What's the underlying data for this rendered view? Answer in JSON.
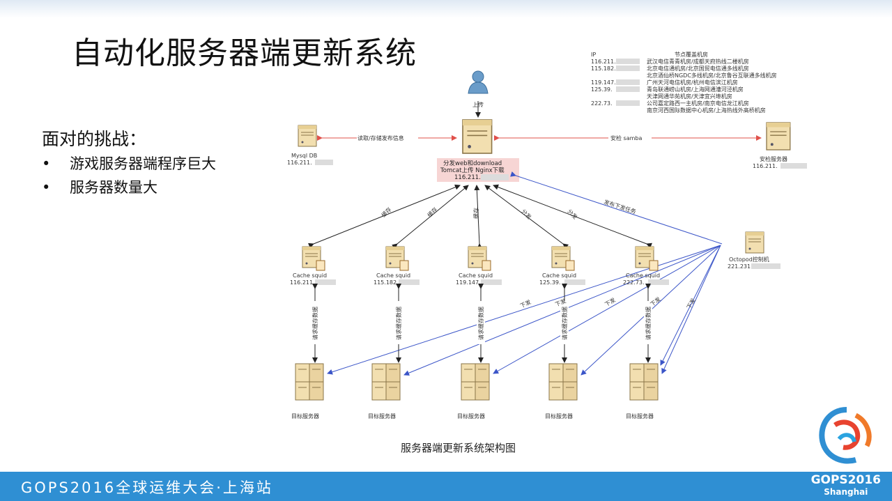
{
  "slide": {
    "title": "自动化服务器端更新系统",
    "challenge_heading": "面对的挑战：",
    "bullets": [
      "游戏服务器端程序巨大",
      "服务器数量大"
    ],
    "bullet_symbol": "•",
    "caption": "服务器端更新系统架构图"
  },
  "footer": {
    "event": "GOPS2016全球运维大会·上海站",
    "brand_line1": "GOPS2016",
    "brand_line2": "Shanghai",
    "color": "#2f8fd3"
  },
  "diagram": {
    "user_label": "上传",
    "center_label1": "分发web和download",
    "center_label2": "Tomcat上传 Nginx下载",
    "center_ip": "116.211.",
    "mysql_label": "Mysql DB",
    "mysql_ip": "116.211.",
    "security_label": "安检服务器",
    "security_ip": "116.211.",
    "edge_mysql": "读取/存储发布信息",
    "edge_security": "安检 samba",
    "edge_octopod": "发布下发任务",
    "octopod_label": "Octopod控制机",
    "octopod_ip": "221.231.",
    "cache_labels": [
      "Cache squid",
      "Cache squid",
      "Cache squid",
      "Cache squid",
      "Cache squid"
    ],
    "cache_ips": [
      "116.211.",
      "115.182.",
      "119.147.",
      "125.39.",
      "222.73."
    ],
    "cache_edges": [
      "缓存",
      "缓存",
      "缓存",
      "分发",
      "分发"
    ],
    "request_edge": "请求缓存数据",
    "dispatch_edge": "下发",
    "target_label": "目标服务器",
    "node_table": {
      "header_ip": "IP",
      "header_room": "节点覆盖机房",
      "rows": [
        {
          "ip": "116.211.",
          "room": "武汉电信青青机房/成都天府热线二楼机房"
        },
        {
          "ip": "115.182.",
          "room": "北京电信通机房/北京国贸电信通多线机房"
        },
        {
          "ip": "",
          "room": "北京酒仙桥NGDC多线机房/北京鲁谷互联通多线机房"
        },
        {
          "ip": "119.147.",
          "room": "广州天河电信机房/杭州电信滨江机房"
        },
        {
          "ip": "125.39.",
          "room": "青岛联通崂山机房/上海网通漕河泾机房"
        },
        {
          "ip": "",
          "room": "天津网通华苑机房/天津宜兴埠机房"
        },
        {
          "ip": "222.73.",
          "room": "公司嘉定路西一主机房/南京电信龙江机房"
        },
        {
          "ip": "",
          "room": "南京河西国际数据中心机房/上海热线外高桥机房"
        }
      ]
    },
    "colors": {
      "red": "#e0504a",
      "blue": "#3b55c8",
      "black": "#222222"
    }
  }
}
